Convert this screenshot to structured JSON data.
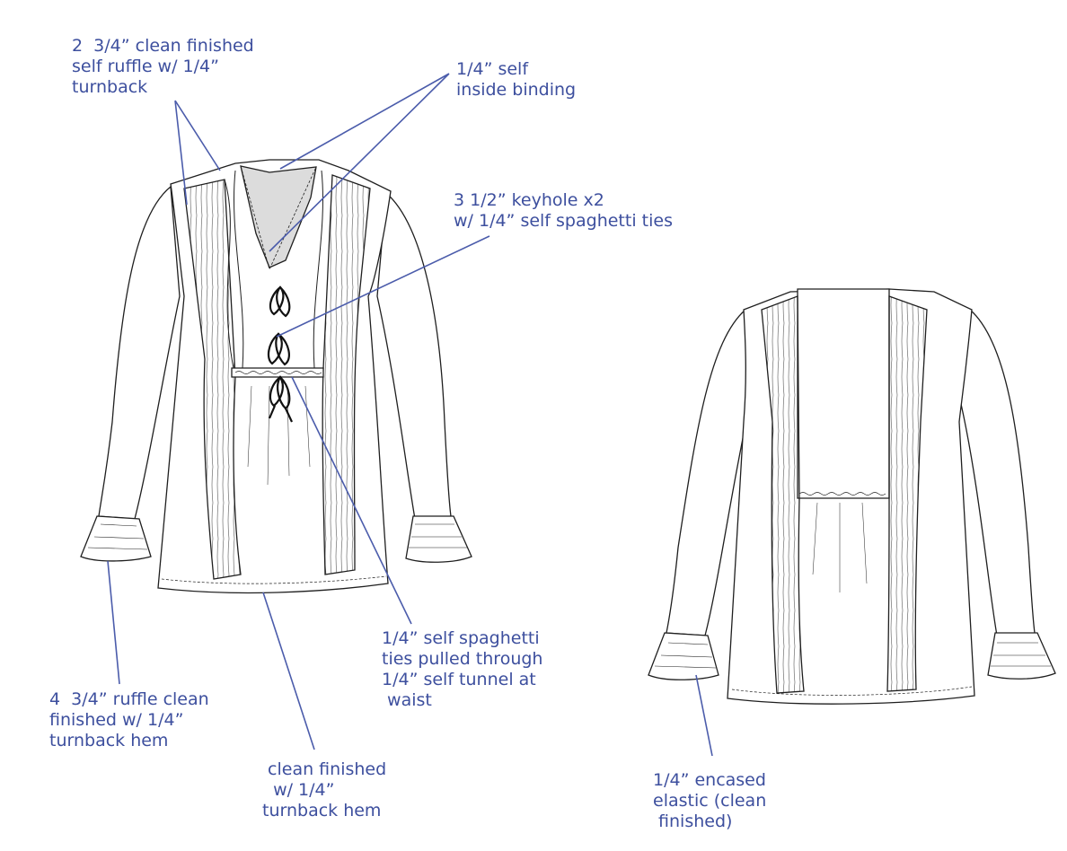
{
  "colors": {
    "annotation": "#3d4f9e",
    "leader_line": "#4b5cab",
    "garment_outline": "#1f1f1f",
    "neckline_facing": "#dcdcdc",
    "ties": "#111111"
  },
  "callouts": {
    "ruffle_placket": "2  3/4” clean finished\nself ruffle w/ 1/4”\nturnback",
    "binding": "1/4” self\ninside binding",
    "keyhole": "3 1/2” keyhole x2\nw/ 1/4” self spaghetti ties",
    "tunnel": "1/4” self spaghetti\nties pulled through\n1/4” self tunnel at\n waist",
    "sleeve_ruffle": "4  3/4” ruffle clean\nfinished w/ 1/4”\nturnback hem",
    "hem": " clean finished\n  w/ 1/4”\nturnback hem",
    "elastic": "1/4” encased\nelastic (clean\n finished)"
  },
  "views": {
    "front": "front-view",
    "back": "back-view"
  }
}
